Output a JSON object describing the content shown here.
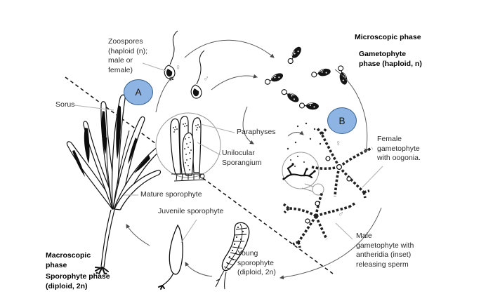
{
  "markers": {
    "a": "A",
    "b": "B",
    "fill": "#8db4e2",
    "border": "#38618e"
  },
  "symbols": {
    "female": "♀",
    "male": "♂"
  },
  "labels": {
    "zoospores": "Zoospores\n(haploid (n);\nmale or\nfemale)",
    "sorus": "Sorus",
    "paraphyses": "Paraphyses",
    "unilocular_sporangium": "Unilocular\nSporangium",
    "mature_sporophyte": "Mature sporophyte",
    "juvenile_sporophyte": "Juvenile sporophyte",
    "young_sporophyte": "Young\nsporophyte\n(diploid, 2n)",
    "macroscopic_phase": "Macroscopic\nphase",
    "sporophyte_phase": "Sporophyte phase\n(diploid, 2n)",
    "microscopic_phase": "Microscopic phase",
    "gametophyte_phase": "Gametophyte\nphase (haploid, n)",
    "female_gametophyte": "Female\ngametophyte\nwith oogonia.",
    "male_gametophyte": "Male\ngametophyte with\nantheridia (inset)\nreleasing sperm"
  }
}
